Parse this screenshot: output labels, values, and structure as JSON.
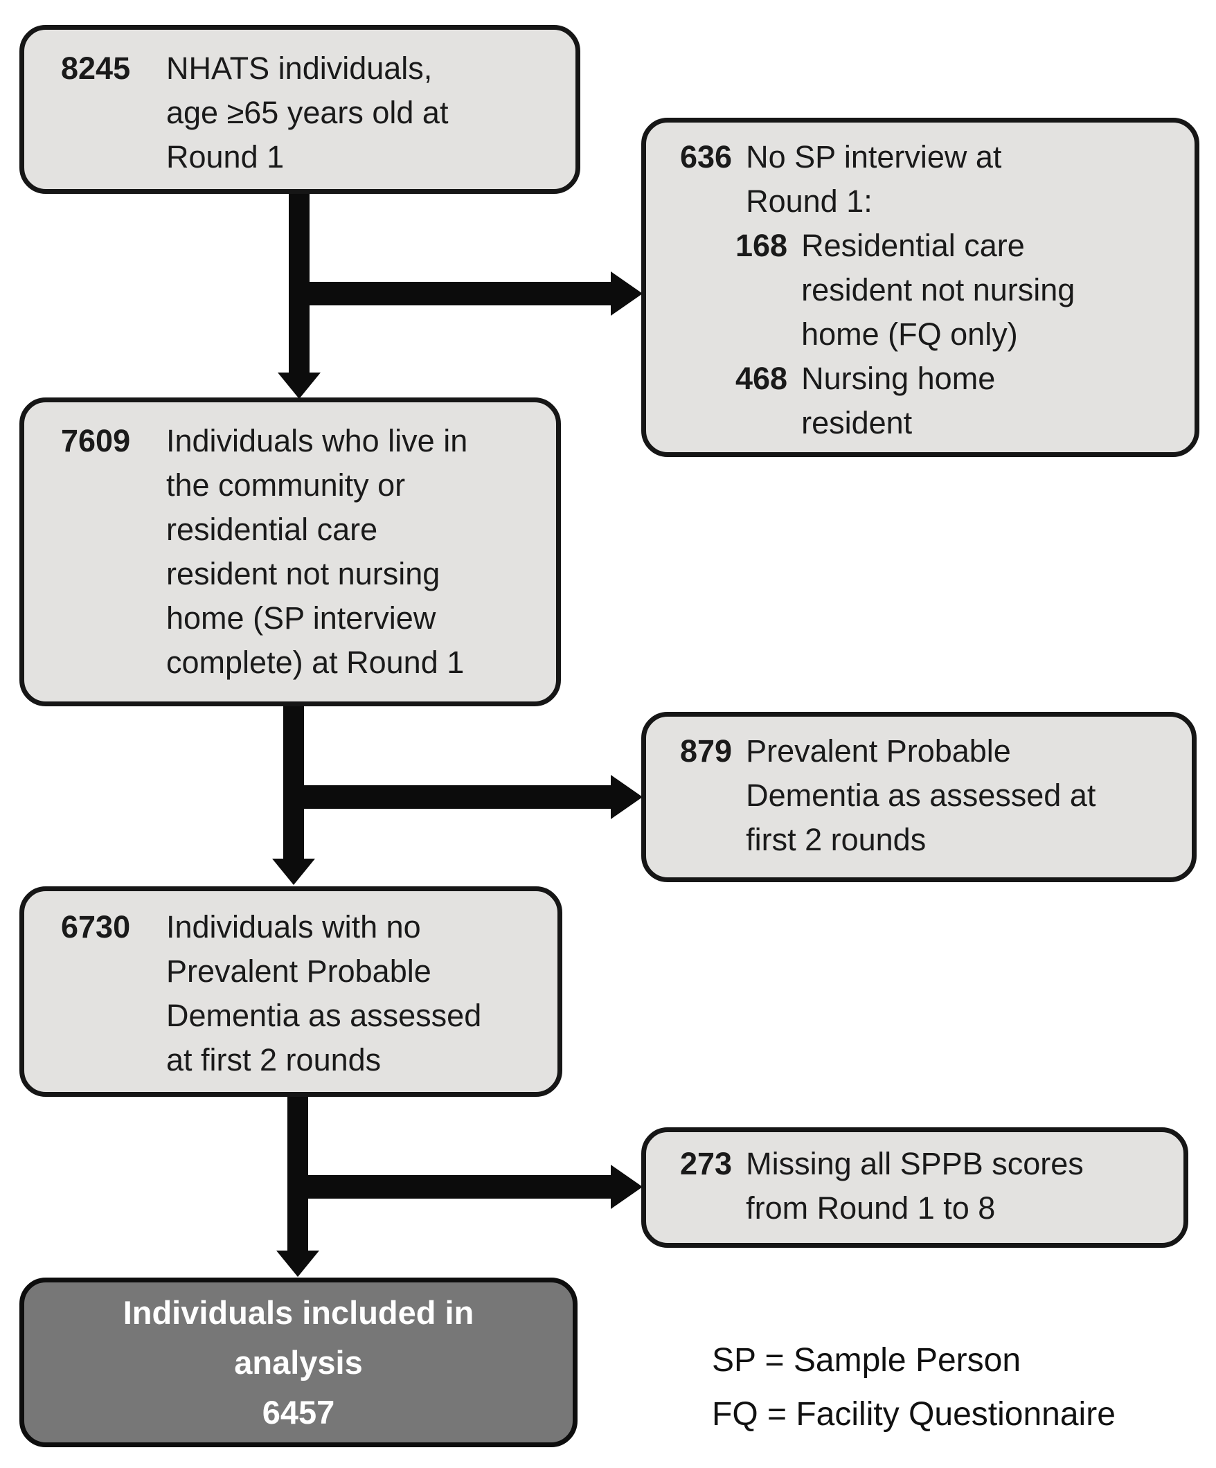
{
  "flowchart": {
    "boxes": {
      "step1": {
        "count": "8245",
        "label": "NHATS individuals,\nage ≥65 years old at\nRound 1"
      },
      "excluded1": {
        "count": "636",
        "label": "No SP interview at\nRound 1:",
        "sub_items": [
          {
            "count": "168",
            "label": "Residential care\nresident not nursing\nhome (FQ only)"
          },
          {
            "count": "468",
            "label": "Nursing home\nresident"
          }
        ]
      },
      "step2": {
        "count": "7609",
        "label": "Individuals who live in\nthe community or\nresidential care\nresident not nursing\nhome (SP interview\ncomplete) at Round 1"
      },
      "excluded2": {
        "count": "879",
        "label": "Prevalent Probable\nDementia as assessed at\nfirst 2 rounds"
      },
      "step3": {
        "count": "6730",
        "label": "Individuals with no\nPrevalent Probable\nDementia as assessed\nat first 2 rounds"
      },
      "excluded3": {
        "count": "273",
        "label": "Missing all SPPB scores\nfrom Round 1 to 8"
      },
      "final": {
        "label": "Individuals included in\nanalysis",
        "count": "6457"
      }
    },
    "legend": {
      "line1": "SP = Sample Person",
      "line2": "FQ = Facility Questionnaire"
    },
    "colors": {
      "box_fill": "#e3e2e0",
      "box_border": "#161616",
      "final_fill": "#777777",
      "final_text": "#ffffff",
      "arrow": "#0c0c0c",
      "text": "#1a1a1a",
      "background": "#ffffff"
    }
  }
}
